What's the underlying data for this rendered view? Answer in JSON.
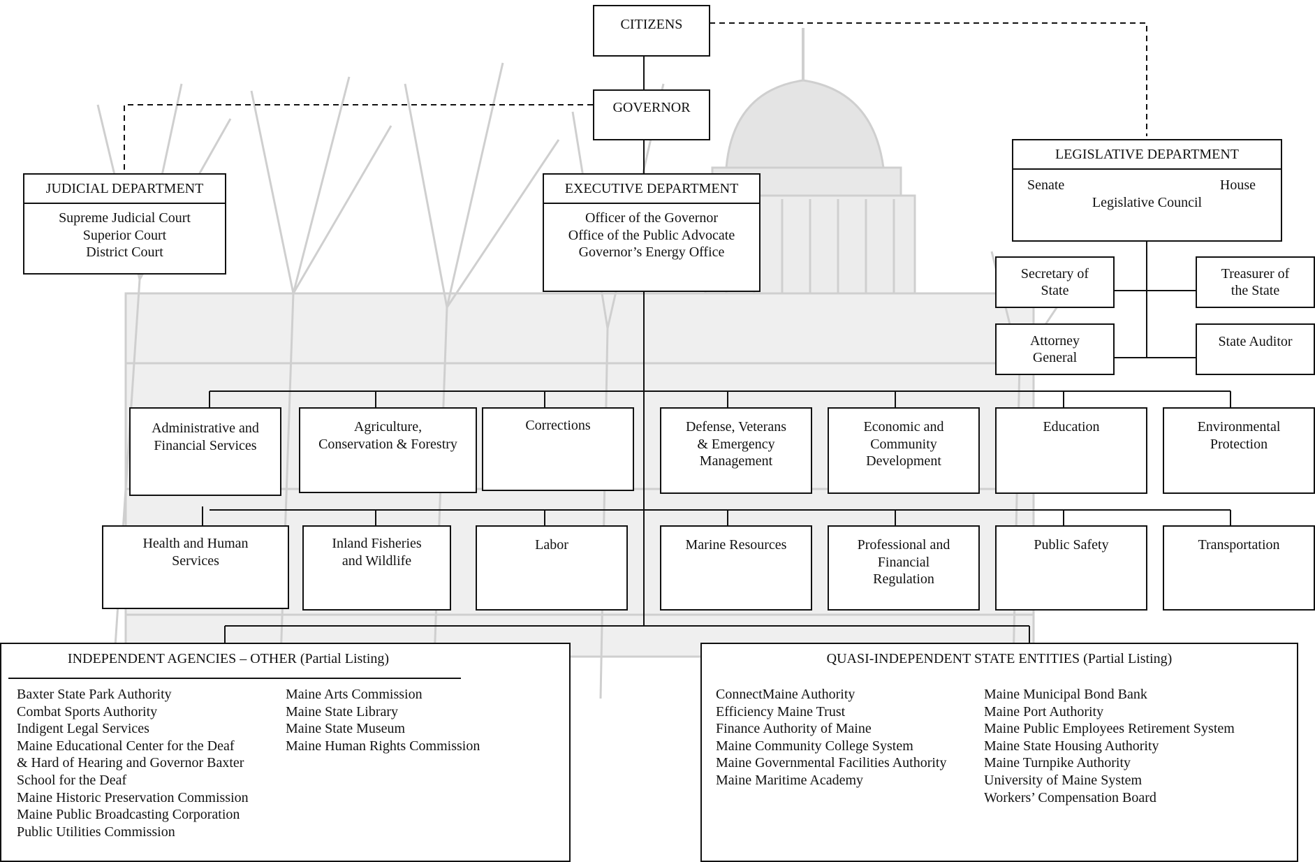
{
  "citizens": "CITIZENS",
  "governor": "GOVERNOR",
  "judicial": {
    "title": "JUDICIAL DEPARTMENT",
    "items": [
      "Supreme Judicial Court",
      "Superior Court",
      "District Court"
    ]
  },
  "executive": {
    "title": "EXECUTIVE DEPARTMENT",
    "items": [
      "Officer of the Governor",
      "Office of the Public Advocate",
      "Governor’s Energy Office"
    ]
  },
  "legislative": {
    "title": "LEGISLATIVE DEPARTMENT",
    "senate": "Senate",
    "house": "House",
    "council": "Legislative Council",
    "offices": [
      [
        "Secretary of",
        "State"
      ],
      [
        "Treasurer of",
        "the State"
      ],
      [
        "Attorney",
        "General"
      ],
      [
        "State Auditor"
      ]
    ]
  },
  "departments_row1": [
    [
      "Administrative and",
      "Financial Services"
    ],
    [
      "Agriculture,",
      "Conservation & Forestry"
    ],
    [
      "Corrections"
    ],
    [
      "Defense, Veterans",
      "& Emergency",
      "Management"
    ],
    [
      "Economic and",
      "Community",
      "Development"
    ],
    [
      "Education"
    ],
    [
      "Environmental",
      "Protection"
    ]
  ],
  "departments_row2": [
    [
      "Health and Human",
      "Services"
    ],
    [
      "Inland Fisheries",
      "and Wildlife"
    ],
    [
      "Labor"
    ],
    [
      "Marine Resources"
    ],
    [
      "Professional and",
      "Financial",
      "Regulation"
    ],
    [
      "Public Safety"
    ],
    [
      "Transportation"
    ]
  ],
  "independent": {
    "title": "INDEPENDENT AGENCIES – OTHER (Partial Listing)",
    "col1": [
      "Baxter State Park Authority",
      "Combat Sports Authority",
      "Indigent Legal Services",
      "Maine Educational Center for the Deaf",
      "& Hard of Hearing and Governor Baxter",
      "School for the Deaf",
      "Maine Historic Preservation Commission",
      "Maine Public Broadcasting Corporation",
      "Public Utilities Commission"
    ],
    "col2": [
      "Maine Arts Commission",
      "Maine State Library",
      "Maine State Museum",
      "Maine Human Rights Commission"
    ]
  },
  "quasi": {
    "title": "QUASI-INDEPENDENT STATE ENTITIES (Partial Listing)",
    "col1": [
      "ConnectMaine Authority",
      "Efficiency Maine Trust",
      "Finance Authority of Maine",
      "Maine Community College System",
      "Maine Governmental Facilities Authority",
      "Maine Maritime Academy"
    ],
    "col2": [
      "Maine Municipal Bond Bank",
      "Maine Port Authority",
      "Maine Public Employees Retirement System",
      "Maine State Housing Authority",
      "Maine Turnpike Authority",
      "University of Maine System",
      "Workers’ Compensation Board"
    ]
  },
  "colors": {
    "line": "#111111",
    "background_sketch": "#c9c9c9"
  }
}
